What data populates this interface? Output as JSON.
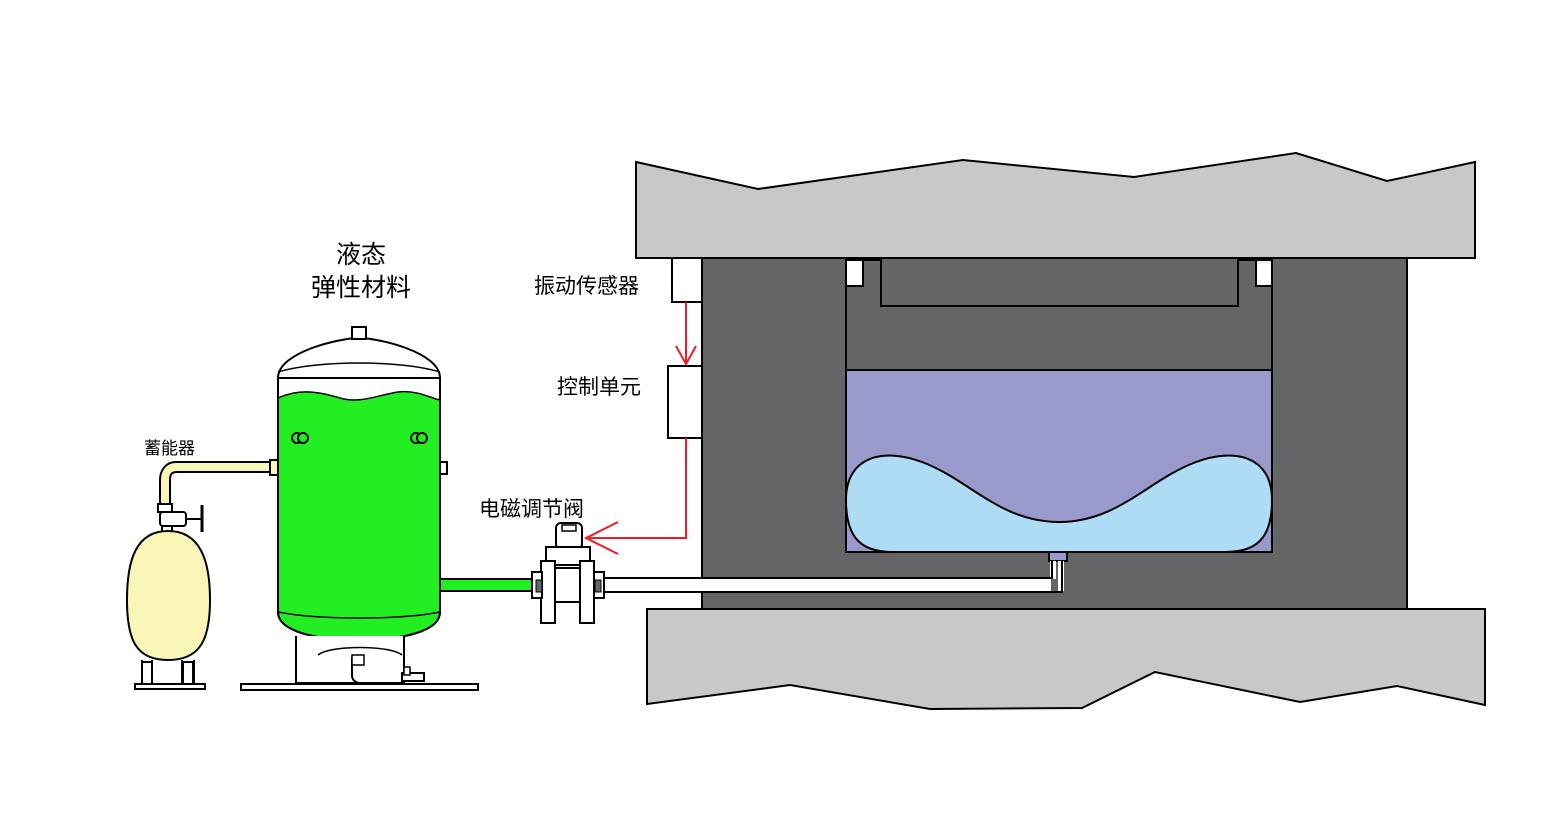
{
  "labels": {
    "tank_line1": "液态",
    "tank_line2": "弹性材料",
    "accumulator": "蓄能器",
    "vibration_sensor": "振动传感器",
    "control_unit": "控制单元",
    "solenoid_valve": "电磁调节阀"
  },
  "colors": {
    "press_plate": "#c7c8ca",
    "die_block": "#656567",
    "liquid_tank": "#22ee22",
    "cavity_upper": "#9a99cc",
    "cavity_lower": "#aedcf4",
    "accumulator": "#f9f6b7",
    "signal_line": "#ee1c24",
    "outline": "#000000"
  }
}
